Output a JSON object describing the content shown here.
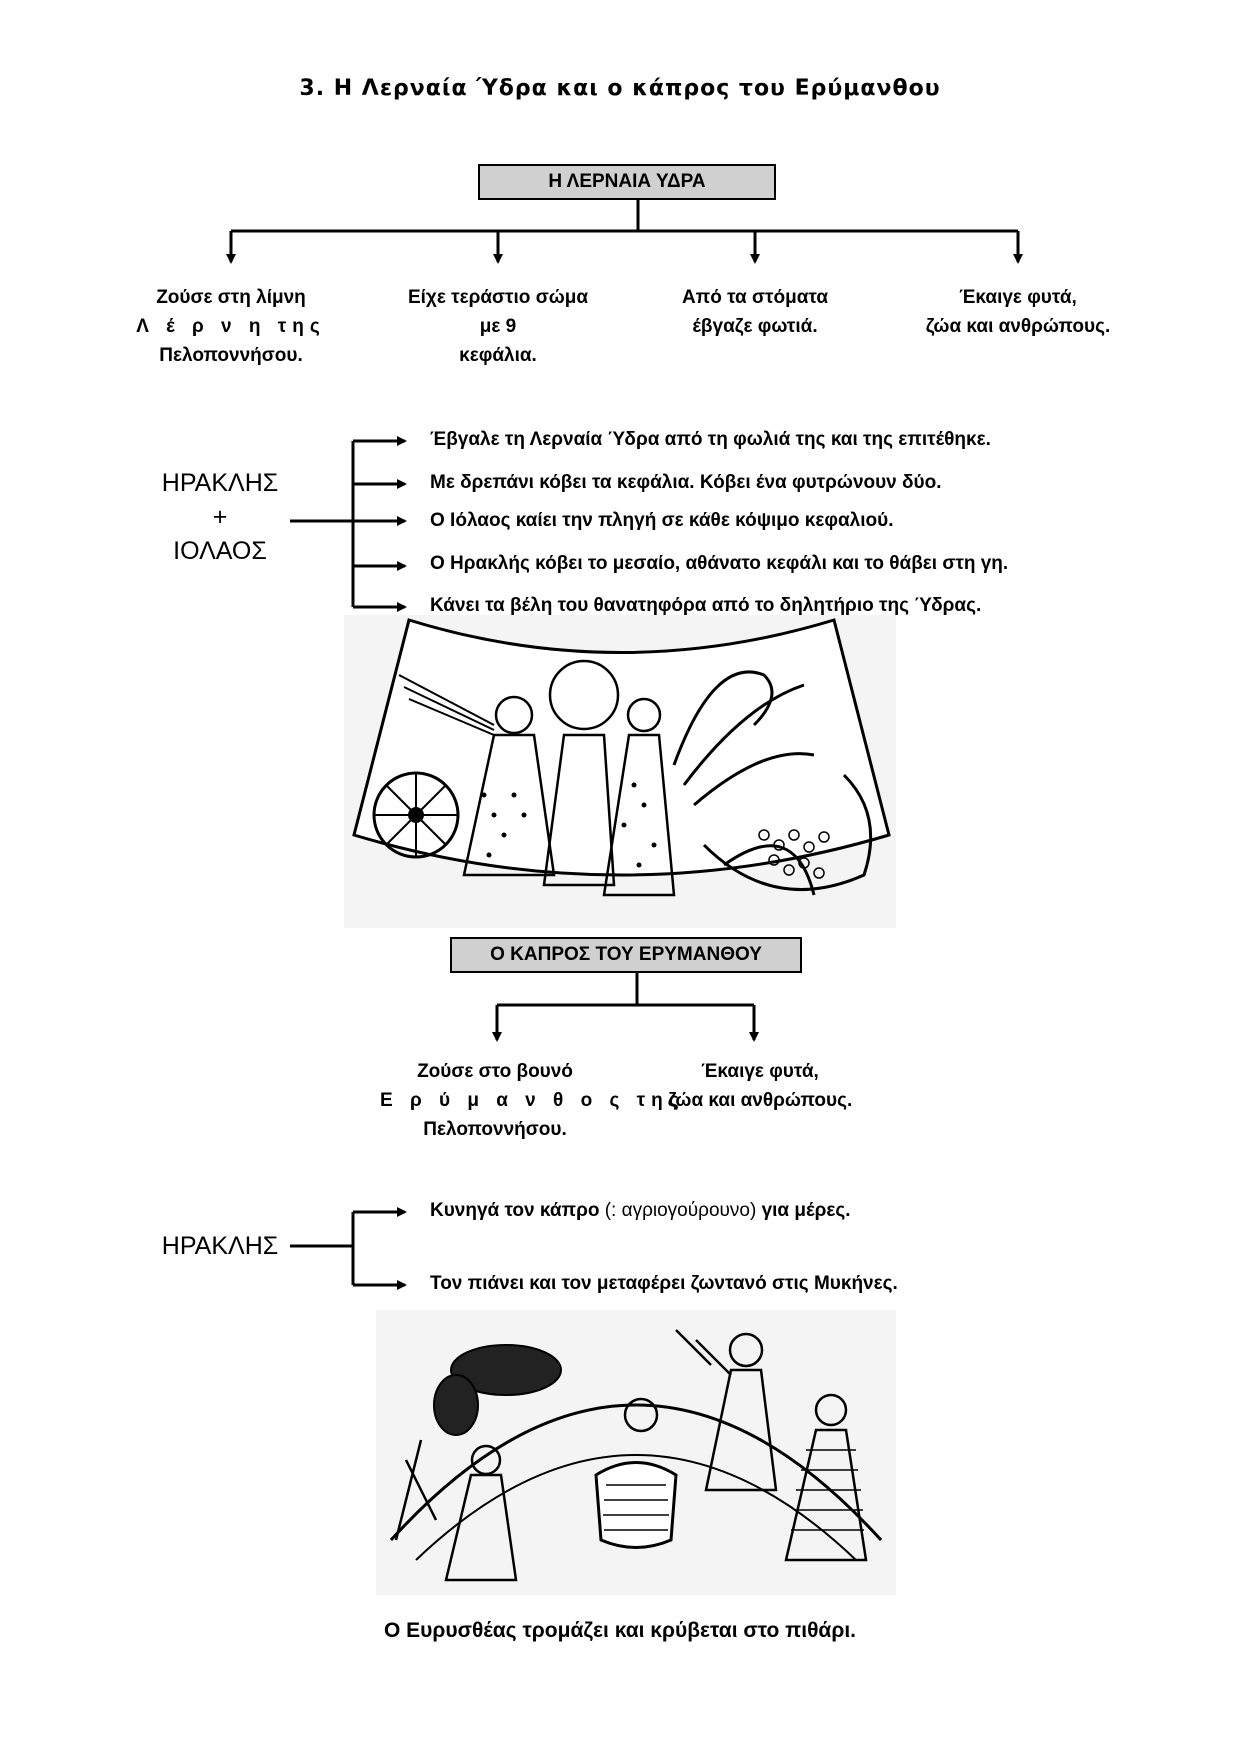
{
  "page": {
    "title": "3.  Η Λερναία Ύδρα και ο κάπρος του Ερύμανθου",
    "caption": "Ο Ευρυσθέας τρομάζει  και κρύβεται στο πιθάρι."
  },
  "hydra": {
    "box_label": "Η ΛΕΡΝΑΙΑ ΥΔΡΑ",
    "traits": [
      {
        "lines": [
          "Ζούσε στη λίμνη",
          "Λ έ ρ ν η   της",
          "Πελοποννήσου."
        ]
      },
      {
        "lines": [
          "Είχε τεράστιο σώμα",
          "με 9",
          "κεφάλια."
        ]
      },
      {
        "lines": [
          "Από τα στόματα",
          "έβγαζε φωτιά."
        ]
      },
      {
        "lines": [
          "Έκαιγε φυτά,",
          "ζώα και ανθρώπους."
        ]
      }
    ],
    "heroes": [
      "ΗΡΑΚΛΗΣ",
      "+",
      "ΙΟΛΑΟΣ"
    ],
    "deeds": [
      "Έβγαλε τη Λερναία Ύδρα από τη φωλιά της και της επιτέθηκε.",
      "Με δρεπάνι κόβει τα κεφάλια. Κόβει ένα φυτρώνουν δύο.",
      "Ο Ιόλαος καίει την πληγή σε κάθε κόψιμο κεφαλιού.",
      "Ο Ηρακλής κόβει το μεσαίο, αθάνατο κεφάλι και το θάβει στη γη.",
      "Κάνει τα βέλη του θανατηφόρα από το δηλητήριο της Ύδρας."
    ]
  },
  "boar": {
    "box_label": "Ο ΚΑΠΡΟΣ ΤΟΥ ΕΡΥΜΑΝΘΟΥ",
    "traits": [
      {
        "lines": [
          "Ζούσε στο βουνό",
          "Ε ρ ύ μ α ν θ ο ς   της",
          "Πελοποννήσου."
        ]
      },
      {
        "lines": [
          "Έκαιγε φυτά,",
          "ζώα και ανθρώπους."
        ]
      }
    ],
    "hero": "ΗΡΑΚΛΗΣ",
    "deeds": [
      {
        "bold_a": "Κυνηγά τον κάπρο",
        "normal": " (: αγριογούρουνο) ",
        "bold_b": " για μέρες."
      },
      {
        "bold_a": "Τον πιάνει και τον μεταφέρει ζωντανό στις Μυκήνες.",
        "normal": "",
        "bold_b": ""
      }
    ]
  }
}
